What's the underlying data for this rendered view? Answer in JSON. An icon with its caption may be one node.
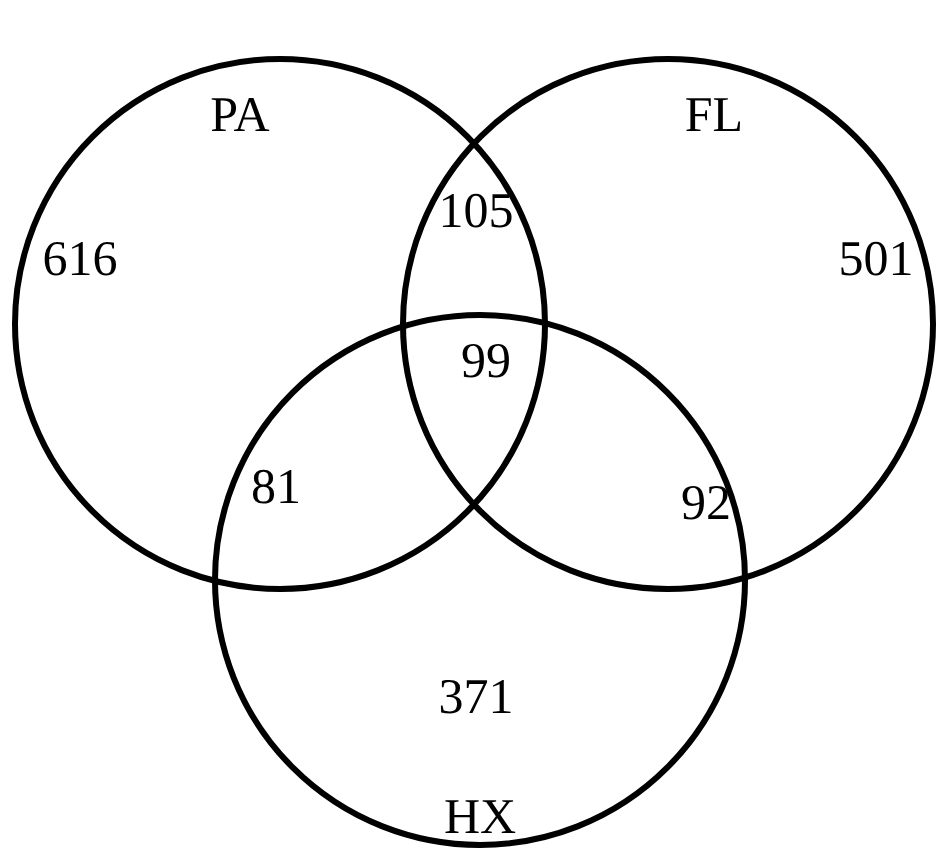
{
  "diagram": {
    "nodes": [
      {
        "text": [
          "PA"
        ]
      },
      {
        "text": [
          "FL"
        ]
      },
      {
        "text": [
          "HX"
        ]
      }
    ],
    "labels": [
      "105",
      "616",
      "501",
      "99",
      "81",
      "92",
      "371"
    ]
  }
}
